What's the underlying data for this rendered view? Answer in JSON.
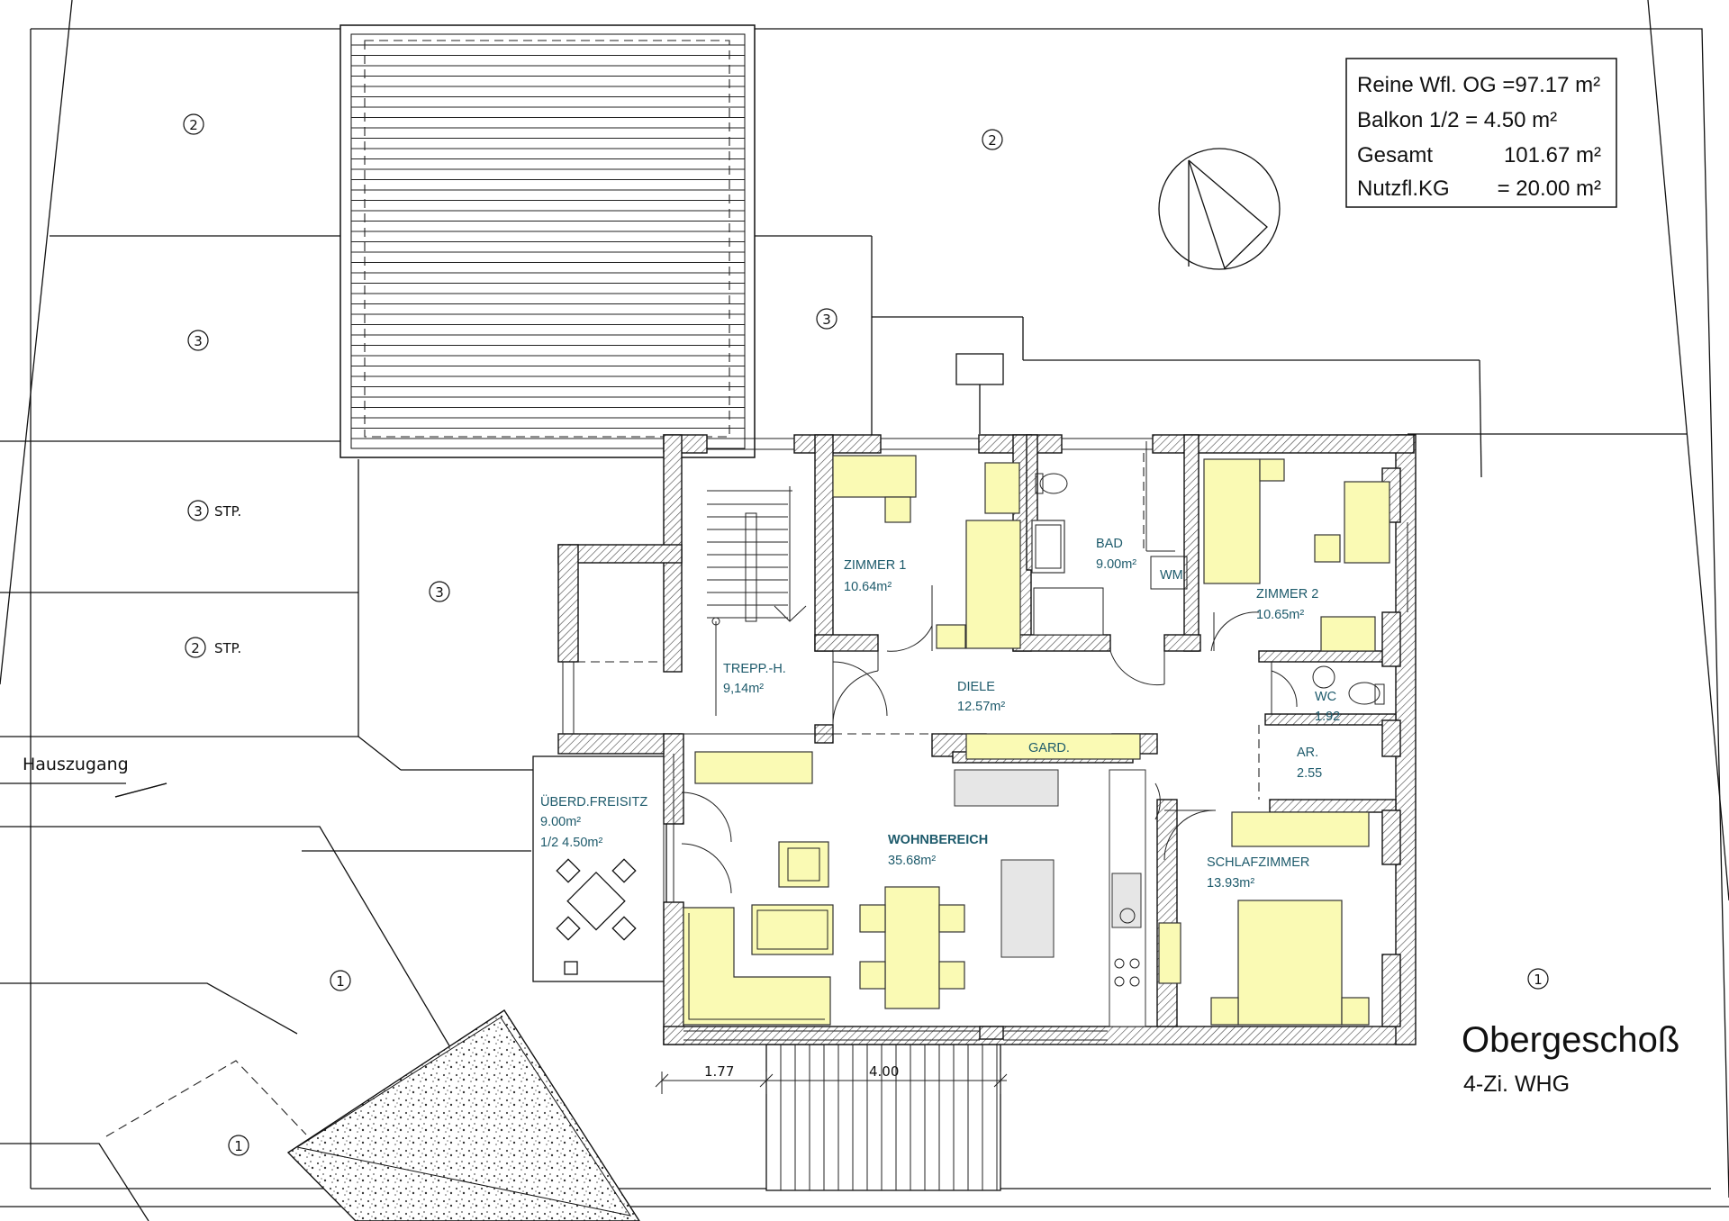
{
  "legend": {
    "row1_label": "Reine Wfl. OG =97.17 m²",
    "row2_label": "Balkon    1/2 = 4.50 m²",
    "row3_label": "Gesamt",
    "row3_value": "101.67 m²",
    "row4_label": "Nutzfl.KG",
    "row4_value": "= 20.00 m²"
  },
  "title": {
    "main": "Obergeschoß",
    "sub": "4-Zi. WHG"
  },
  "entrance_label": "Hauszugang",
  "zones": {
    "z1": "1",
    "z2": "2",
    "z3": "3",
    "stp3": "STP.",
    "stp2": "STP."
  },
  "rooms": {
    "zimmer1": {
      "name": "ZIMMER 1",
      "area": "10.64m²"
    },
    "bad": {
      "name": "BAD",
      "area": "9.00m²"
    },
    "wm": "WM",
    "zimmer2": {
      "name": "ZIMMER 2",
      "area": "10.65m²"
    },
    "trepp": {
      "name": "TREPP.-H.",
      "area": "9,14m²"
    },
    "diele": {
      "name": "DIELE",
      "area": "12.57m²"
    },
    "gard": "GARD.",
    "wc": {
      "name": "WC",
      "area": "1.92"
    },
    "ar": {
      "name": "AR.",
      "area": "2.55"
    },
    "freisitz": {
      "name": "ÜBERD.FREISITZ",
      "area": "9.00m²",
      "half": "1/2 4.50m²"
    },
    "wohn": {
      "name": "WOHNBEREICH",
      "area": "35.68m²"
    },
    "schlaf": {
      "name": "SCHLAFZIMMER",
      "area": "13.93m²"
    }
  },
  "dimensions": {
    "d1": "1.77",
    "d2": "4.00"
  }
}
